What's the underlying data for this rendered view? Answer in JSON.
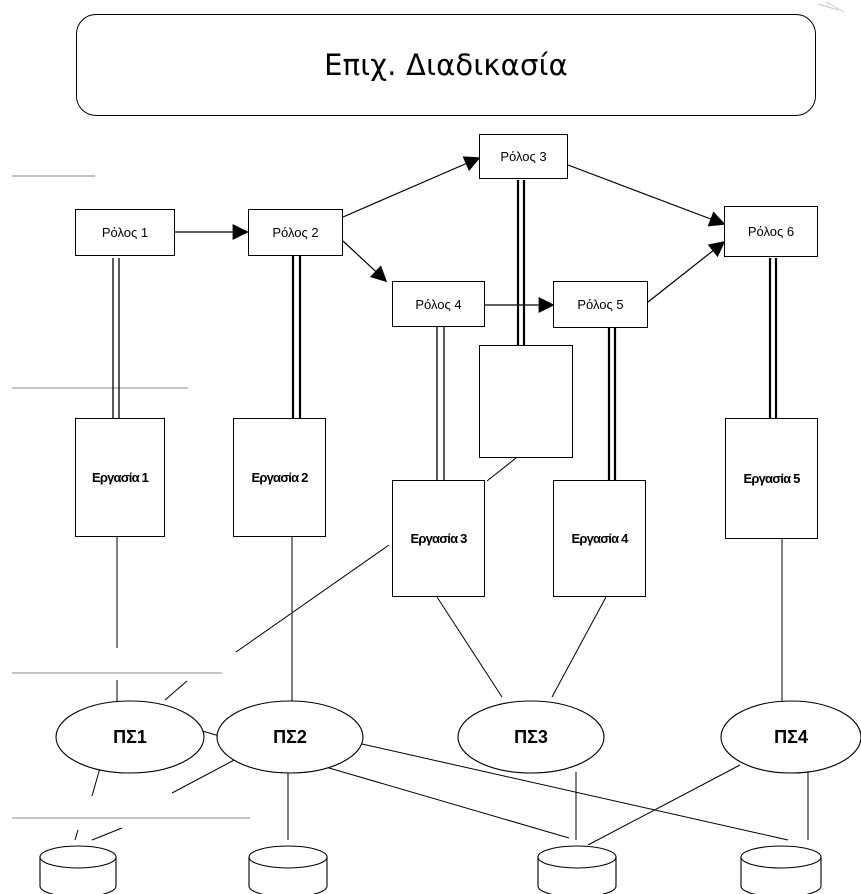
{
  "title": "Επιχ. Διαδικασία",
  "roles": [
    "Ρόλος 1",
    "Ρόλος 2",
    "Ρόλος 3",
    "Ρόλος 4",
    "Ρόλος 5",
    "Ρόλος 6"
  ],
  "tasks": [
    "Εργασία 1",
    "Εργασία 2",
    "Εργασία 3",
    "Εργασία 4",
    "Εργασία 5"
  ],
  "systems": [
    "ΠΣ1",
    "ΠΣ2",
    "ΠΣ3",
    "ΠΣ4"
  ]
}
